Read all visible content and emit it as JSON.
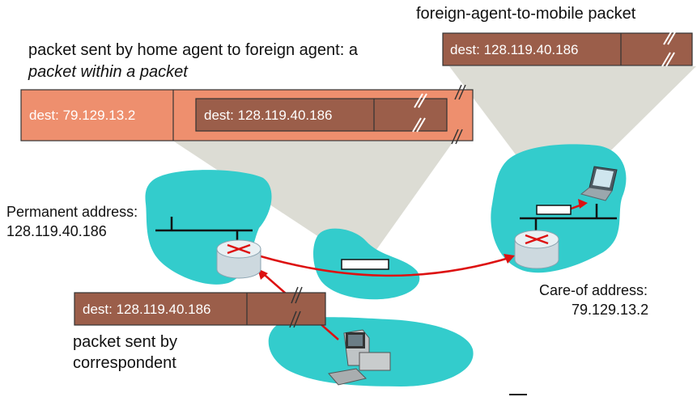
{
  "labels": {
    "foreign_to_mobile": "foreign-agent-to-mobile packet",
    "home_to_foreign_line1": "packet sent by home agent to foreign agent: a",
    "home_to_foreign_line2": "packet within a packet",
    "permanent_label": "Permanent address:",
    "permanent_value": "128.119.40.186",
    "careof_label": "Care-of address:",
    "careof_value": "79.129.13.2",
    "correspondent_line1": "packet sent by",
    "correspondent_line2": "correspondent"
  },
  "packets": {
    "foreign_to_mobile_dest": "dest: 128.119.40.186",
    "outer_dest": "dest: 79.129.13.2",
    "inner_dest": "dest: 128.119.40.186",
    "correspondent_dest": "dest: 128.119.40.186"
  },
  "colors": {
    "packet_brown": "#9b5e4a",
    "packet_orange": "#ee8f6e",
    "network_teal": "#33cccc",
    "callout_gray": "#dcdcd4",
    "arrow_red": "#dd1111"
  }
}
